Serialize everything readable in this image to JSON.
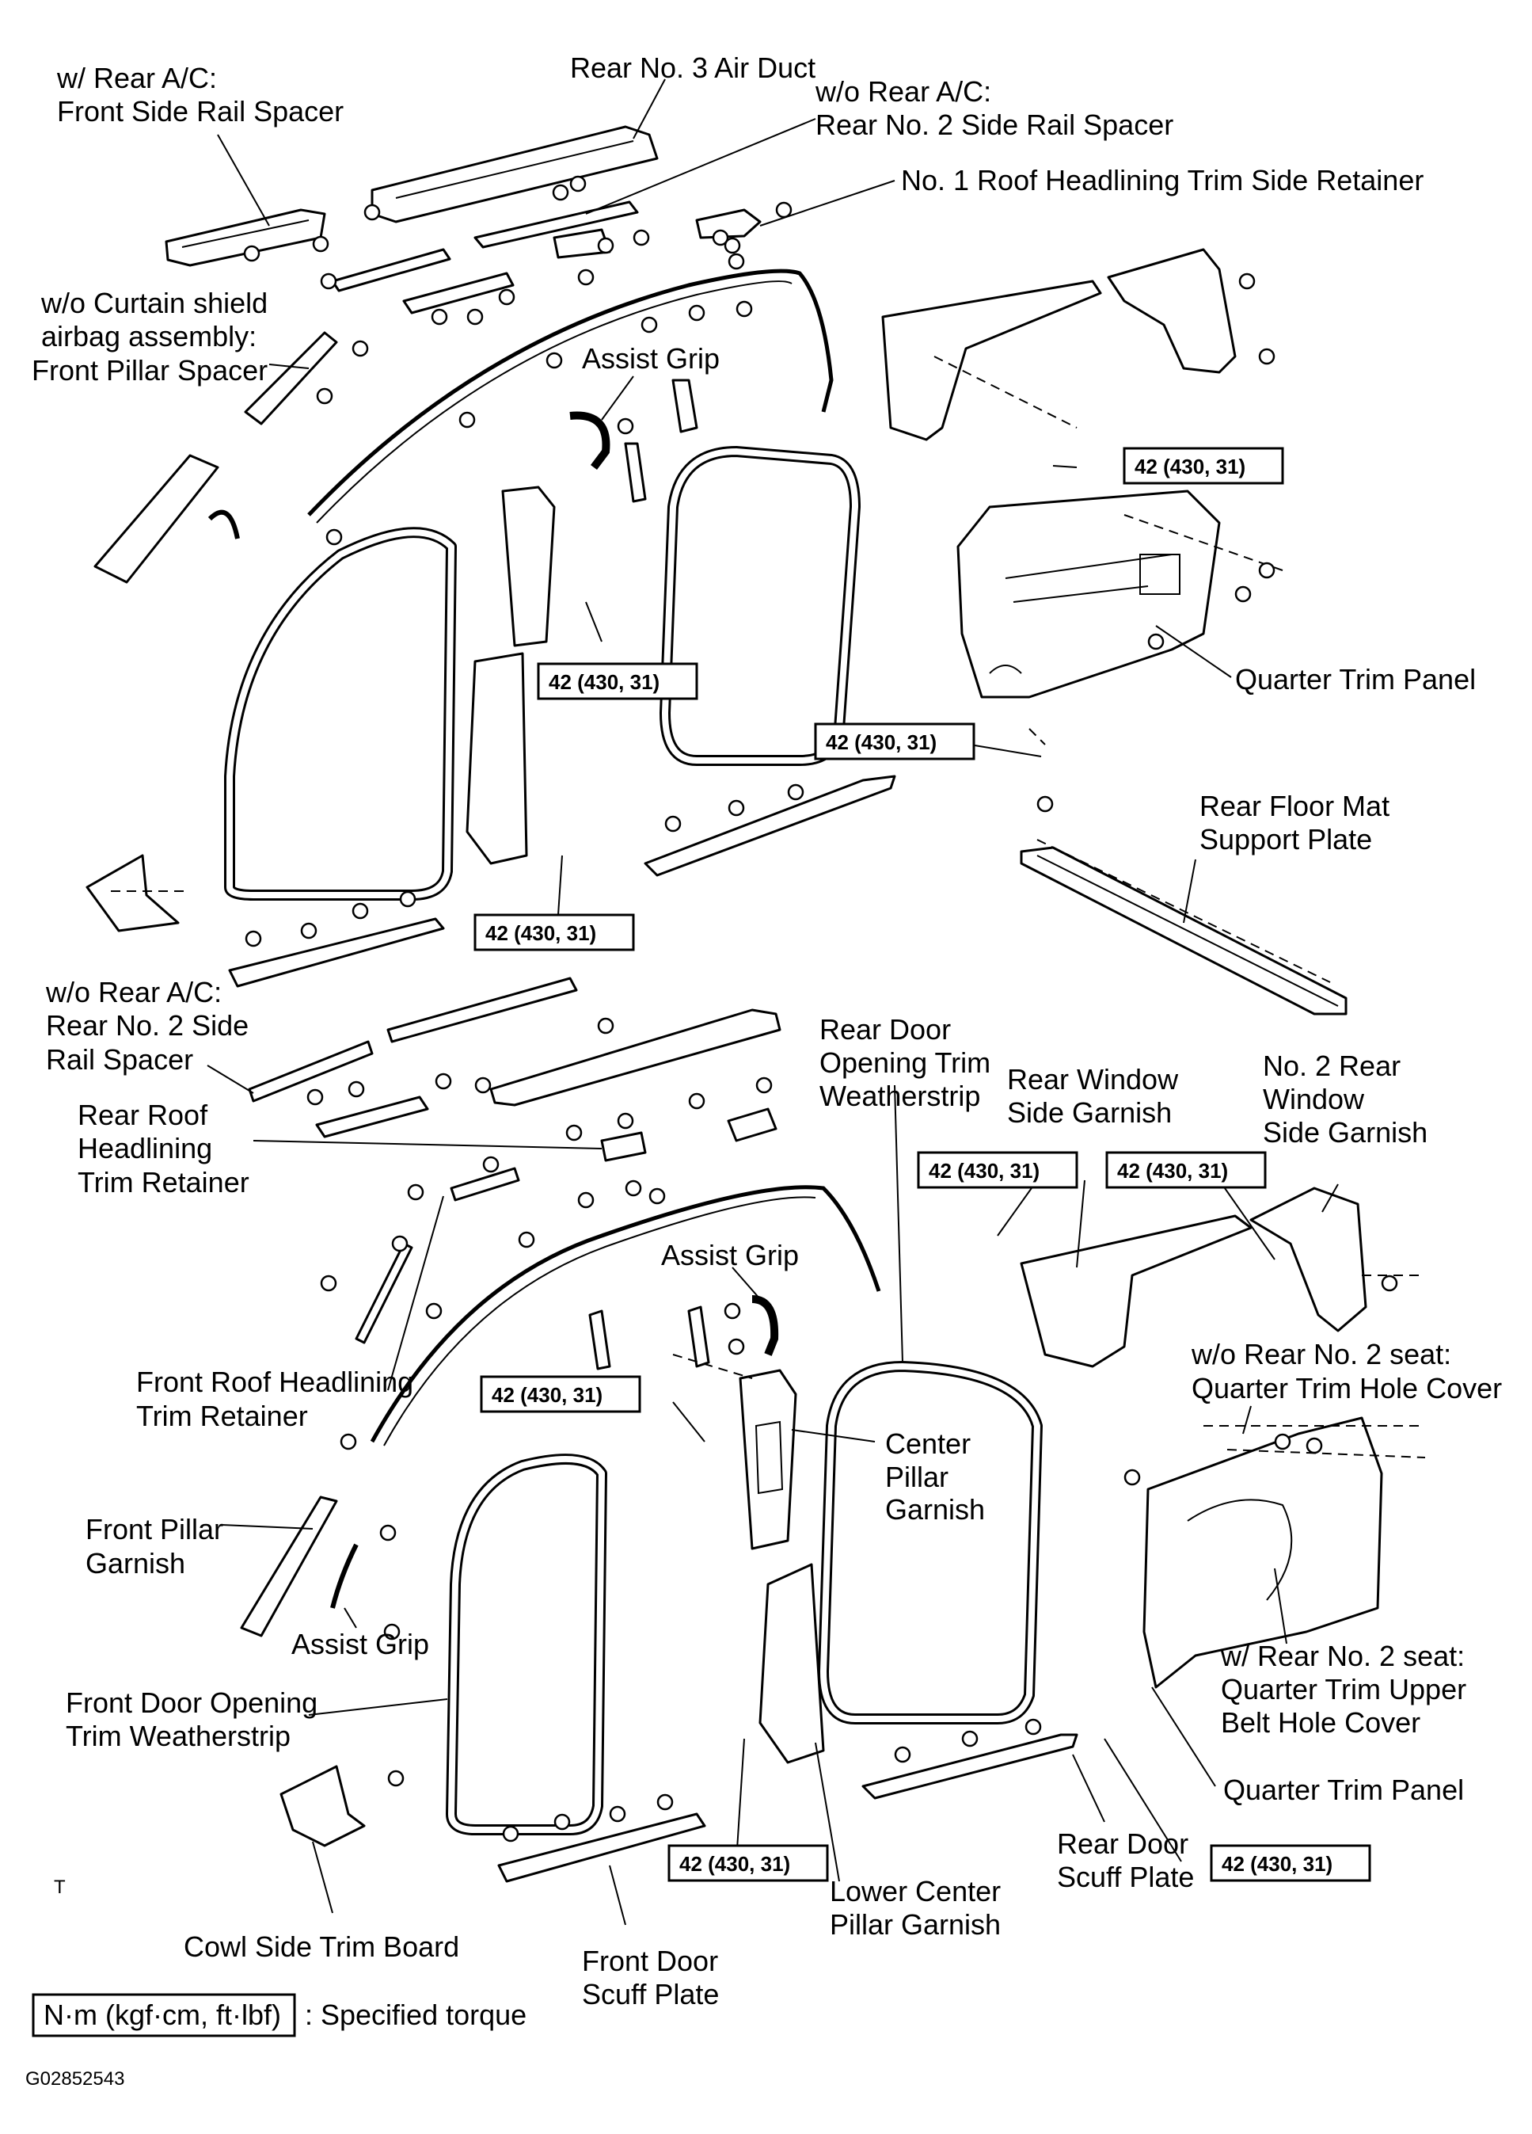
{
  "figure_id": "G02852543",
  "corner_mark": "T",
  "legend": {
    "unit_text": "N·m (kgf·cm, ft·lbf)",
    "meaning": ": Specified torque"
  },
  "torque_value": "42 (430, 31)",
  "labels": {
    "rear_ac_front_side_rail_spacer": [
      "w/ Rear A/C:",
      "Front Side Rail Spacer"
    ],
    "rear_no3_air_duct": [
      "Rear No. 3 Air Duct"
    ],
    "no_ac_rear_no2_side_rail_spacer_top": [
      "w/o Rear A/C:",
      "Rear No. 2 Side Rail Spacer"
    ],
    "no1_roof_headlining_trim_side_retainer": [
      "No. 1 Roof Headlining Trim Side Retainer"
    ],
    "front_pillar_spacer": [
      "w/o Curtain shield",
      "airbag assembly:",
      "Front Pillar Spacer"
    ],
    "assist_grip_top": [
      "Assist Grip"
    ],
    "quarter_trim_panel_top": [
      "Quarter Trim Panel"
    ],
    "rear_floor_mat_support_plate": [
      "Rear Floor Mat",
      "Support Plate"
    ],
    "no_ac_rear_no2_side_rail_spacer_mid": [
      "w/o Rear A/C:",
      "Rear No. 2 Side",
      "Rail Spacer"
    ],
    "rear_roof_headlining_trim_retainer": [
      "Rear Roof",
      "Headlining",
      "Trim Retainer"
    ],
    "rear_door_opening_trim_weatherstrip": [
      "Rear Door",
      "Opening Trim",
      "Weatherstrip"
    ],
    "rear_window_side_garnish": [
      "Rear Window",
      "Side Garnish"
    ],
    "no2_rear_window_side_garnish": [
      "No. 2 Rear",
      "Window",
      "Side Garnish"
    ],
    "assist_grip_mid": [
      "Assist Grip"
    ],
    "quarter_trim_hole_cover": [
      "w/o Rear No. 2 seat:",
      "Quarter Trim Hole Cover"
    ],
    "front_roof_headlining_trim_retainer": [
      "Front Roof Headlining",
      "Trim Retainer"
    ],
    "center_pillar_garnish": [
      "Center",
      "Pillar",
      "Garnish"
    ],
    "front_pillar_garnish": [
      "Front Pillar",
      "Garnish"
    ],
    "assist_grip_bottom": [
      "Assist Grip"
    ],
    "quarter_trim_upper_belt_hole_cover": [
      "w/ Rear No. 2 seat:",
      "Quarter Trim Upper",
      "Belt Hole Cover"
    ],
    "front_door_opening_trim_weatherstrip": [
      "Front Door Opening",
      "Trim Weatherstrip"
    ],
    "quarter_trim_panel_bottom": [
      "Quarter Trim Panel"
    ],
    "rear_door_scuff_plate": [
      "Rear Door",
      "Scuff Plate"
    ],
    "lower_center_pillar_garnish": [
      "Lower Center",
      "Pillar Garnish"
    ],
    "cowl_side_trim_board": [
      "Cowl Side Trim Board"
    ],
    "front_door_scuff_plate": [
      "Front Door",
      "Scuff Plate"
    ]
  }
}
